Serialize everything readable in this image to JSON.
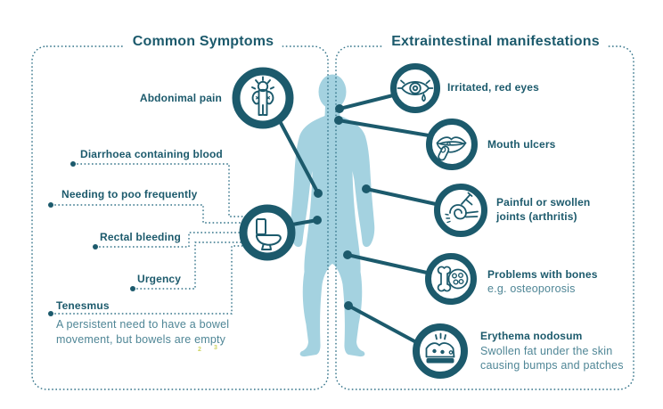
{
  "infographic": {
    "colors": {
      "accent_dark_teal": "#1c5a6c",
      "muted_teal_text": "#4f8696",
      "body_silhouette_fill": "#a4d2e0",
      "dotted_line_teal": "#337389",
      "reference_marks_yellow": "#cdd463",
      "background": "#ffffff"
    },
    "left_panel": {
      "title": "Common Symptoms",
      "icons": [
        {
          "name": "abdominal-pain-icon"
        },
        {
          "name": "toilet-icon"
        }
      ],
      "items": [
        {
          "label": "Abdonimal pain"
        },
        {
          "label": "Diarrhoea containing blood"
        },
        {
          "label": "Needing to poo frequently"
        },
        {
          "label": "Rectal bleeding"
        },
        {
          "label": "Urgency"
        },
        {
          "label": "Tenesmus",
          "sub": "A persistent need to have a bowel",
          "sub2": "movement, but bowels are empty",
          "refs": [
            "2",
            "3"
          ]
        }
      ]
    },
    "right_panel": {
      "title": "Extraintestinal manifestations",
      "items": [
        {
          "label": "Irritated, red eyes",
          "icon": "eye-icon"
        },
        {
          "label": "Mouth ulcers",
          "icon": "mouth-icon"
        },
        {
          "label": "Painful or swollen",
          "label2": "joints (arthritis)",
          "icon": "joints-icon"
        },
        {
          "label": "Problems with bones",
          "sub": "e.g. osteoporosis",
          "icon": "bone-icon"
        },
        {
          "label": "Erythema nodosum",
          "sub": "Swollen fat under the skin",
          "sub2": "causing bumps and patches",
          "icon": "skin-icon"
        }
      ]
    }
  }
}
